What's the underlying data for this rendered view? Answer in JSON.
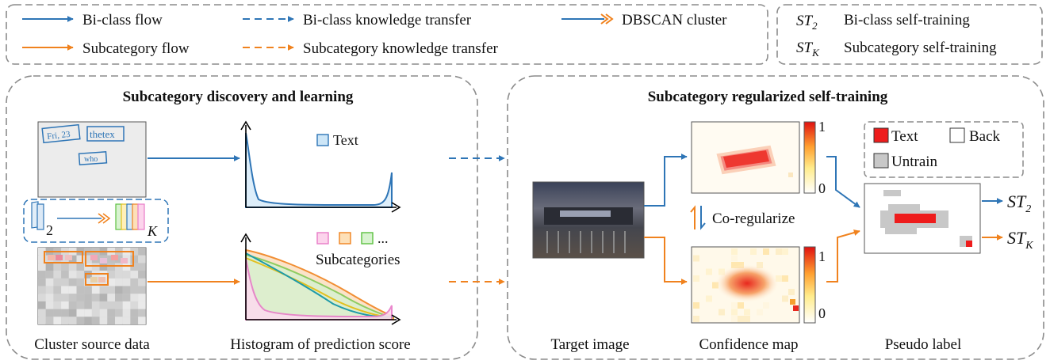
{
  "legend": {
    "biclass_flow": "Bi-class flow",
    "subcategory_flow": "Subcategory flow",
    "biclass_transfer": "Bi-class knowledge transfer",
    "subcategory_transfer": "Subcategory knowledge transfer",
    "dbscan": "DBSCAN cluster",
    "st2_symbol": "ST",
    "st2_sub": "2",
    "st2_desc": "Bi-class self-training",
    "stk_symbol": "ST",
    "stk_sub": "K",
    "stk_desc": "Subcategory self-training"
  },
  "left_panel": {
    "title": "Subcategory discovery and learning",
    "sample_words": [
      "Fri, 23",
      "thetex",
      "who"
    ],
    "cluster_from": "2",
    "cluster_to": "K",
    "text_legend": "Text",
    "subcategories_label": "Subcategories",
    "subcategories_more": "...",
    "caption_source": "Cluster source data",
    "caption_hist": "Histogram of prediction score"
  },
  "right_panel": {
    "title": "Subcategory regularized self-training",
    "coregularize": "Co-regularize",
    "colorbar_max": "1",
    "colorbar_min": "0",
    "label_text": "Text",
    "label_back": "Back",
    "label_untrain": "Untrain",
    "out_st2": "ST",
    "out_st2_sub": "2",
    "out_stk": "ST",
    "out_stk_sub": "K",
    "caption_target": "Target image",
    "caption_confidence": "Confidence map",
    "caption_pseudo": "Pseudo label"
  },
  "colors": {
    "blue": "#2e75b6",
    "orange": "#f0821e",
    "gray_border": "#8c8c8c",
    "red": "#ee1c1c",
    "untrain_gray": "#c8c8c8"
  }
}
